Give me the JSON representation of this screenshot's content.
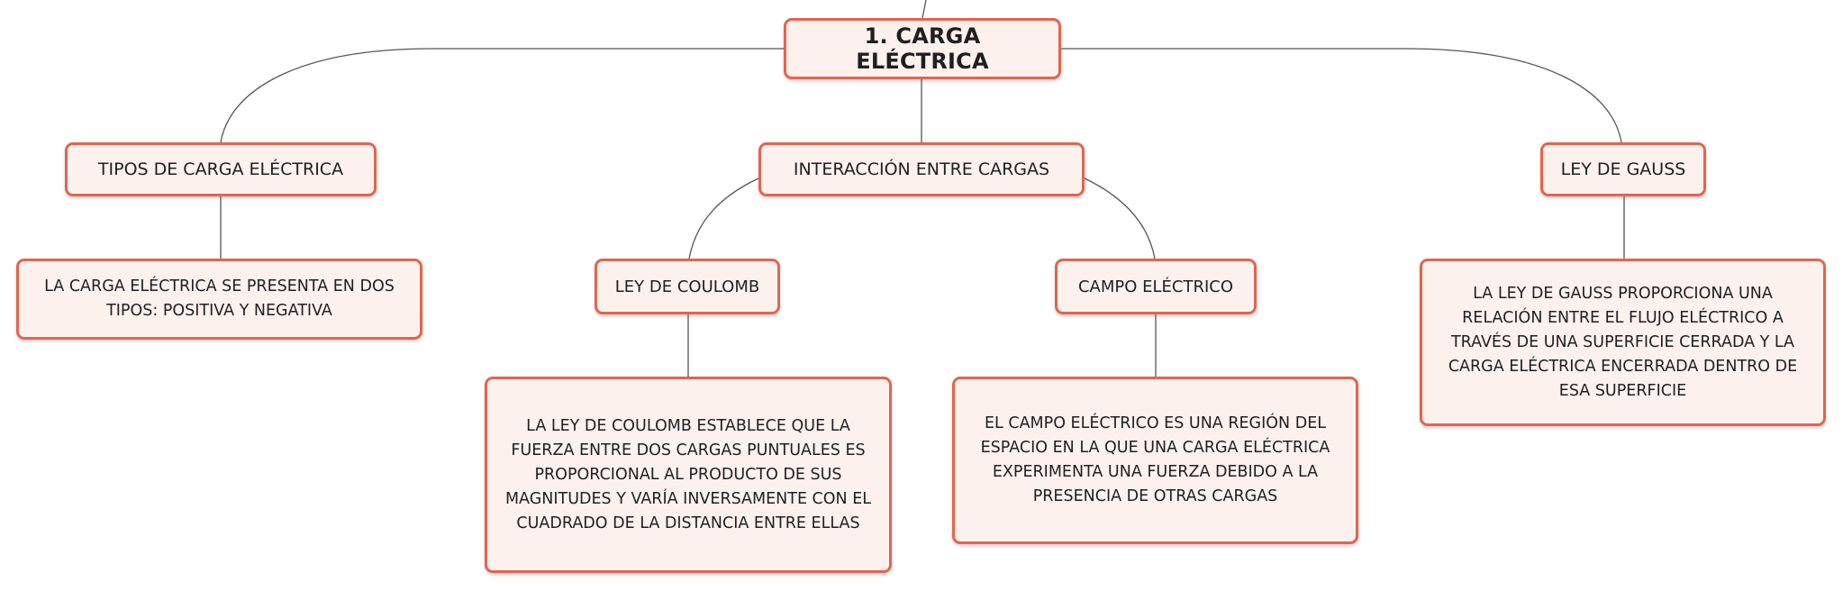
{
  "map": {
    "root": {
      "label": "1. CARGA ELÉCTRICA"
    },
    "tipos": {
      "label": "TIPOS DE CARGA ELÉCTRICA",
      "description": "LA CARGA ELÉCTRICA SE PRESENTA EN DOS TIPOS: POSITIVA Y NEGATIVA"
    },
    "interaccion": {
      "label": "INTERACCIÓN ENTRE CARGAS",
      "coulomb": {
        "label": "LEY DE COULOMB",
        "description": "LA LEY DE COULOMB ESTABLECE QUE LA FUERZA ENTRE DOS CARGAS PUNTUALES ES PROPORCIONAL AL PRODUCTO DE SUS MAGNITUDES Y VARÍA INVERSAMENTE CON EL CUADRADO DE LA DISTANCIA ENTRE ELLAS"
      },
      "campo": {
        "label": "CAMPO ELÉCTRICO",
        "description": "EL CAMPO ELÉCTRICO ES UNA REGIÓN DEL ESPACIO EN LA QUE UNA CARGA ELÉCTRICA EXPERIMENTA UNA FUERZA DEBIDO A LA PRESENCIA DE OTRAS CARGAS"
      }
    },
    "gauss": {
      "label": "LEY DE GAUSS",
      "description": "LA LEY DE GAUSS PROPORCIONA UNA RELACIÓN ENTRE EL FLUJO ELÉCTRICO A TRAVÉS DE UNA SUPERFICIE CERRADA Y LA CARGA ELÉCTRICA ENCERRADA DENTRO DE ESA SUPERFICIE"
    }
  },
  "colors": {
    "node_border": "#e2654f",
    "node_fill": "#fdf1ee",
    "connector": "#555555"
  }
}
